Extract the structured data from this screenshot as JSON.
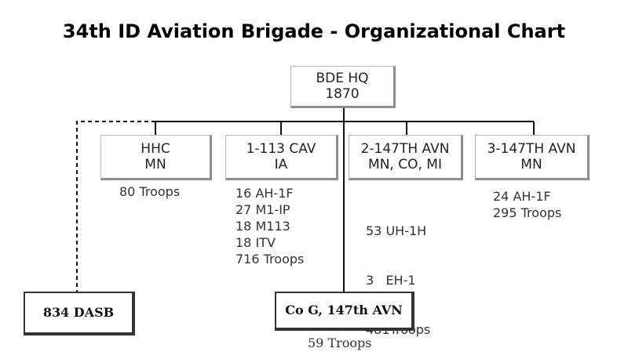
{
  "title": "34th ID Aviation Brigade - Organizational Chart",
  "hq": {
    "line1": "BDE HQ",
    "line2": "1870"
  },
  "units": [
    {
      "line1": "HHC",
      "line2": "MN",
      "notes": [
        "80 Troops"
      ]
    },
    {
      "line1": "1-113 CAV",
      "line2": "IA",
      "notes": [
        "16 AH-1F",
        "27 M1-IP",
        "18 M113",
        "18 ITV",
        "716 Troops"
      ]
    },
    {
      "line1": "2-147TH AVN",
      "line2": "MN, CO, MI",
      "notes": [
        "53 UH-1H",
        "3   EH-1",
        "481Troops"
      ]
    },
    {
      "line1": "3-147TH AVN",
      "line2": "MN",
      "notes": [
        "24 AH-1F",
        "295 Troops"
      ]
    }
  ],
  "dasb": {
    "label": "834 DASB"
  },
  "cog": {
    "label": "Co G, 147th AVN",
    "note": "59 Troops"
  }
}
